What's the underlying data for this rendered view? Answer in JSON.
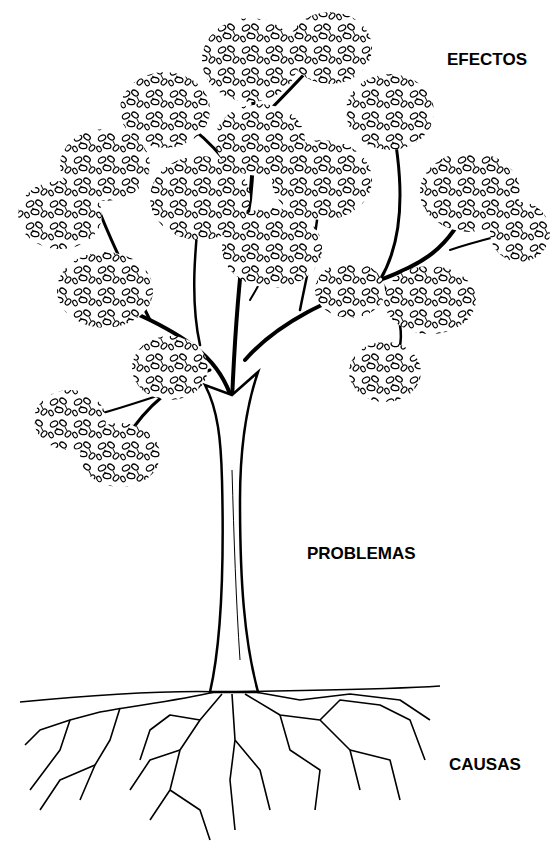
{
  "diagram": {
    "labels": [
      "EFECTOS",
      "PROBLEMAS",
      "CAUSAS"
    ]
  }
}
